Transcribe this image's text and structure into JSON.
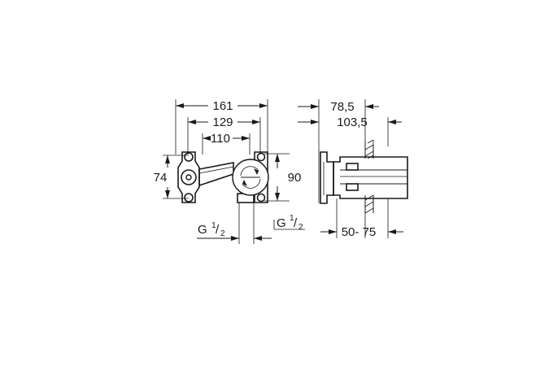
{
  "dimensions": {
    "width_total": "161",
    "width_mid": "129",
    "width_inner": "110",
    "height_left": "74",
    "height_right": "90",
    "depth_front": "78,5",
    "depth_total": "103,5",
    "wall_range": "50- 75"
  },
  "threads": {
    "left": {
      "prefix": "G",
      "num": "1",
      "den": "2"
    },
    "right": {
      "prefix": "G",
      "num": "1",
      "den": "2"
    }
  },
  "colors": {
    "line": "#1a1a1a",
    "background": "#ffffff"
  }
}
